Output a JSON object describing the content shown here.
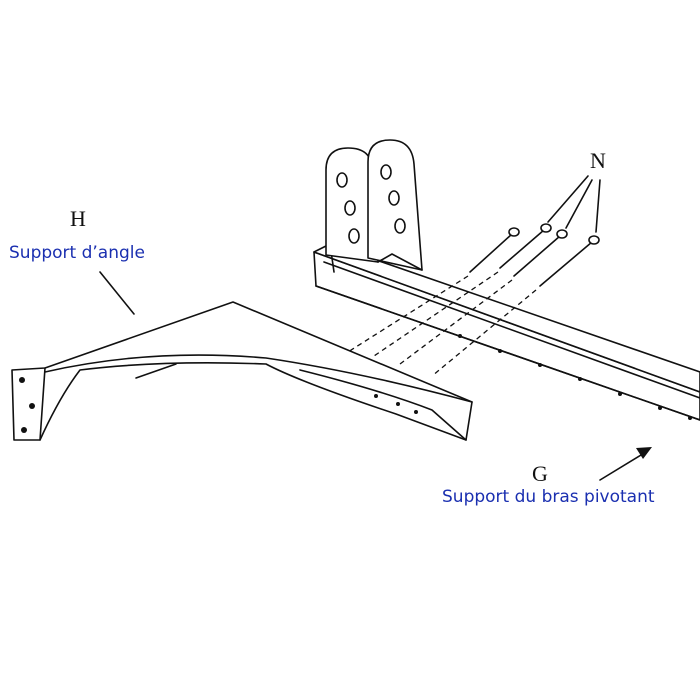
{
  "labels": {
    "h_letter": "H",
    "h_text": "Support d’angle",
    "n_letter": "N",
    "g_letter": "G",
    "g_text": "Support du bras pivotant"
  },
  "colors": {
    "label_text": "#1a2fb0",
    "line": "#111111"
  }
}
